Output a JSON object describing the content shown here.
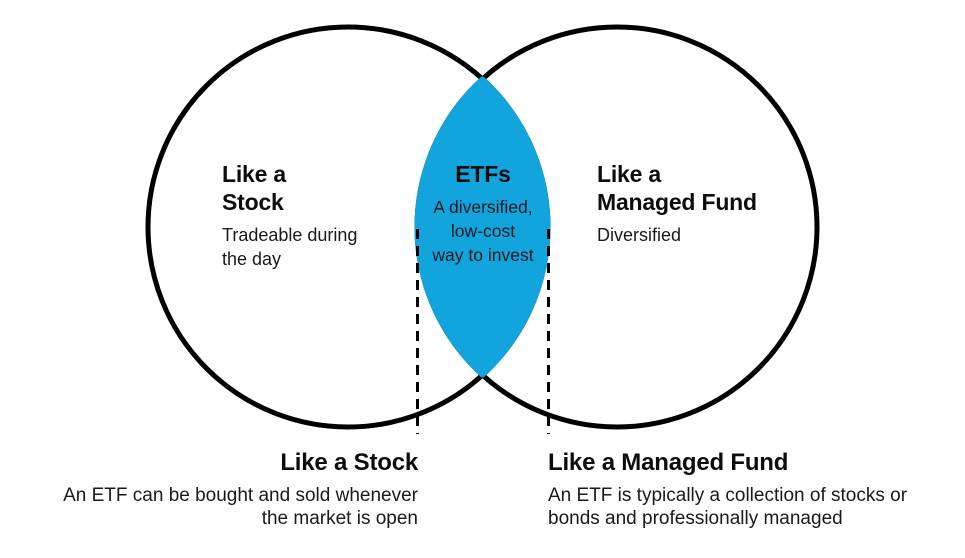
{
  "colors": {
    "lens": "#11A4DD",
    "outline": "#000000",
    "text": "#111111"
  },
  "venn": {
    "left": {
      "heading": [
        "Like a",
        "Stock"
      ],
      "body": [
        "Tradeable during",
        "the day"
      ]
    },
    "center": {
      "heading": "ETFs",
      "body": [
        "A diversified,",
        "low-cost",
        "way to invest"
      ]
    },
    "right": {
      "heading": [
        "Like a",
        "Managed Fund"
      ],
      "body": [
        "Diversified"
      ]
    }
  },
  "annotations": {
    "left": {
      "heading": "Like a Stock",
      "body": [
        "An ETF can be bought and sold whenever",
        "the market is open"
      ]
    },
    "right": {
      "heading": "Like a Managed Fund",
      "body": [
        "An ETF is typically a collection of stocks or",
        "bonds and professionally managed"
      ]
    }
  }
}
